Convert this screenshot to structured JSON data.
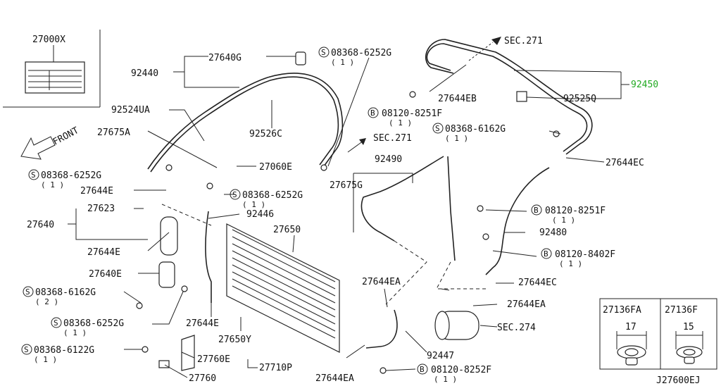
{
  "labels": {
    "p27000x": "27000X",
    "p27640g": "27640G",
    "p92440": "92440",
    "p92524ua": "92524UA",
    "p27675a": "27675A",
    "p92526c": "92526C",
    "p27060e": "27060E",
    "p27644e_a": "27644E",
    "p27623": "27623",
    "p27640": "27640",
    "p27644e_b": "27644E",
    "p27640e": "27640E",
    "p92446": "92446",
    "p27650": "27650",
    "p27644e_c": "27644E",
    "p27650y": "27650Y",
    "p27760e": "27760E",
    "p27760": "27760",
    "p27710p": "27710P",
    "p27644ea_a": "27644EA",
    "p27644ea_b": "27644EA",
    "p27644ea_c": "27644EA",
    "p92447": "92447",
    "p92490": "92490",
    "p27675g": "27675G",
    "p27644eb": "27644EB",
    "p92525q": "92525Q",
    "p92450": "92450",
    "p27644ec_a": "27644EC",
    "p27644ec_b": "27644EC",
    "p92480": "92480",
    "sec271_a": "SEC.271",
    "sec271_b": "SEC.271",
    "sec274": "SEC.274",
    "front": "FRONT",
    "diagram_id": "J27600EJ"
  },
  "screws": [
    {
      "code": "08368-6252G",
      "qty": "( 1 )"
    },
    {
      "code": "08368-6162G",
      "qty": "( 1 )"
    },
    {
      "code": "08368-6252G",
      "qty": "( 1 )"
    },
    {
      "code": "08368-6252G",
      "qty": "( 1 )"
    },
    {
      "code": "08368-6162G",
      "qty": "( 2 )"
    },
    {
      "code": "08368-6252G",
      "qty": "( 1 )"
    },
    {
      "code": "08368-6122G",
      "qty": "( 1 )"
    }
  ],
  "bolts": [
    {
      "code": "08120-8251F",
      "qty": "( 1 )"
    },
    {
      "code": "08120-8251F",
      "qty": "( 1 )"
    },
    {
      "code": "08120-8402F",
      "qty": "( 1 )"
    },
    {
      "code": "08120-8252F",
      "qty": "( 1 )"
    }
  ],
  "prefix": {
    "screw": "S",
    "bolt": "B"
  },
  "inset": {
    "col1_title": "27136FA",
    "col1_dim": "17",
    "col2_title": "27136F",
    "col2_dim": "15"
  },
  "colors": {
    "line": "#222222",
    "highlight": "#22aa22"
  }
}
